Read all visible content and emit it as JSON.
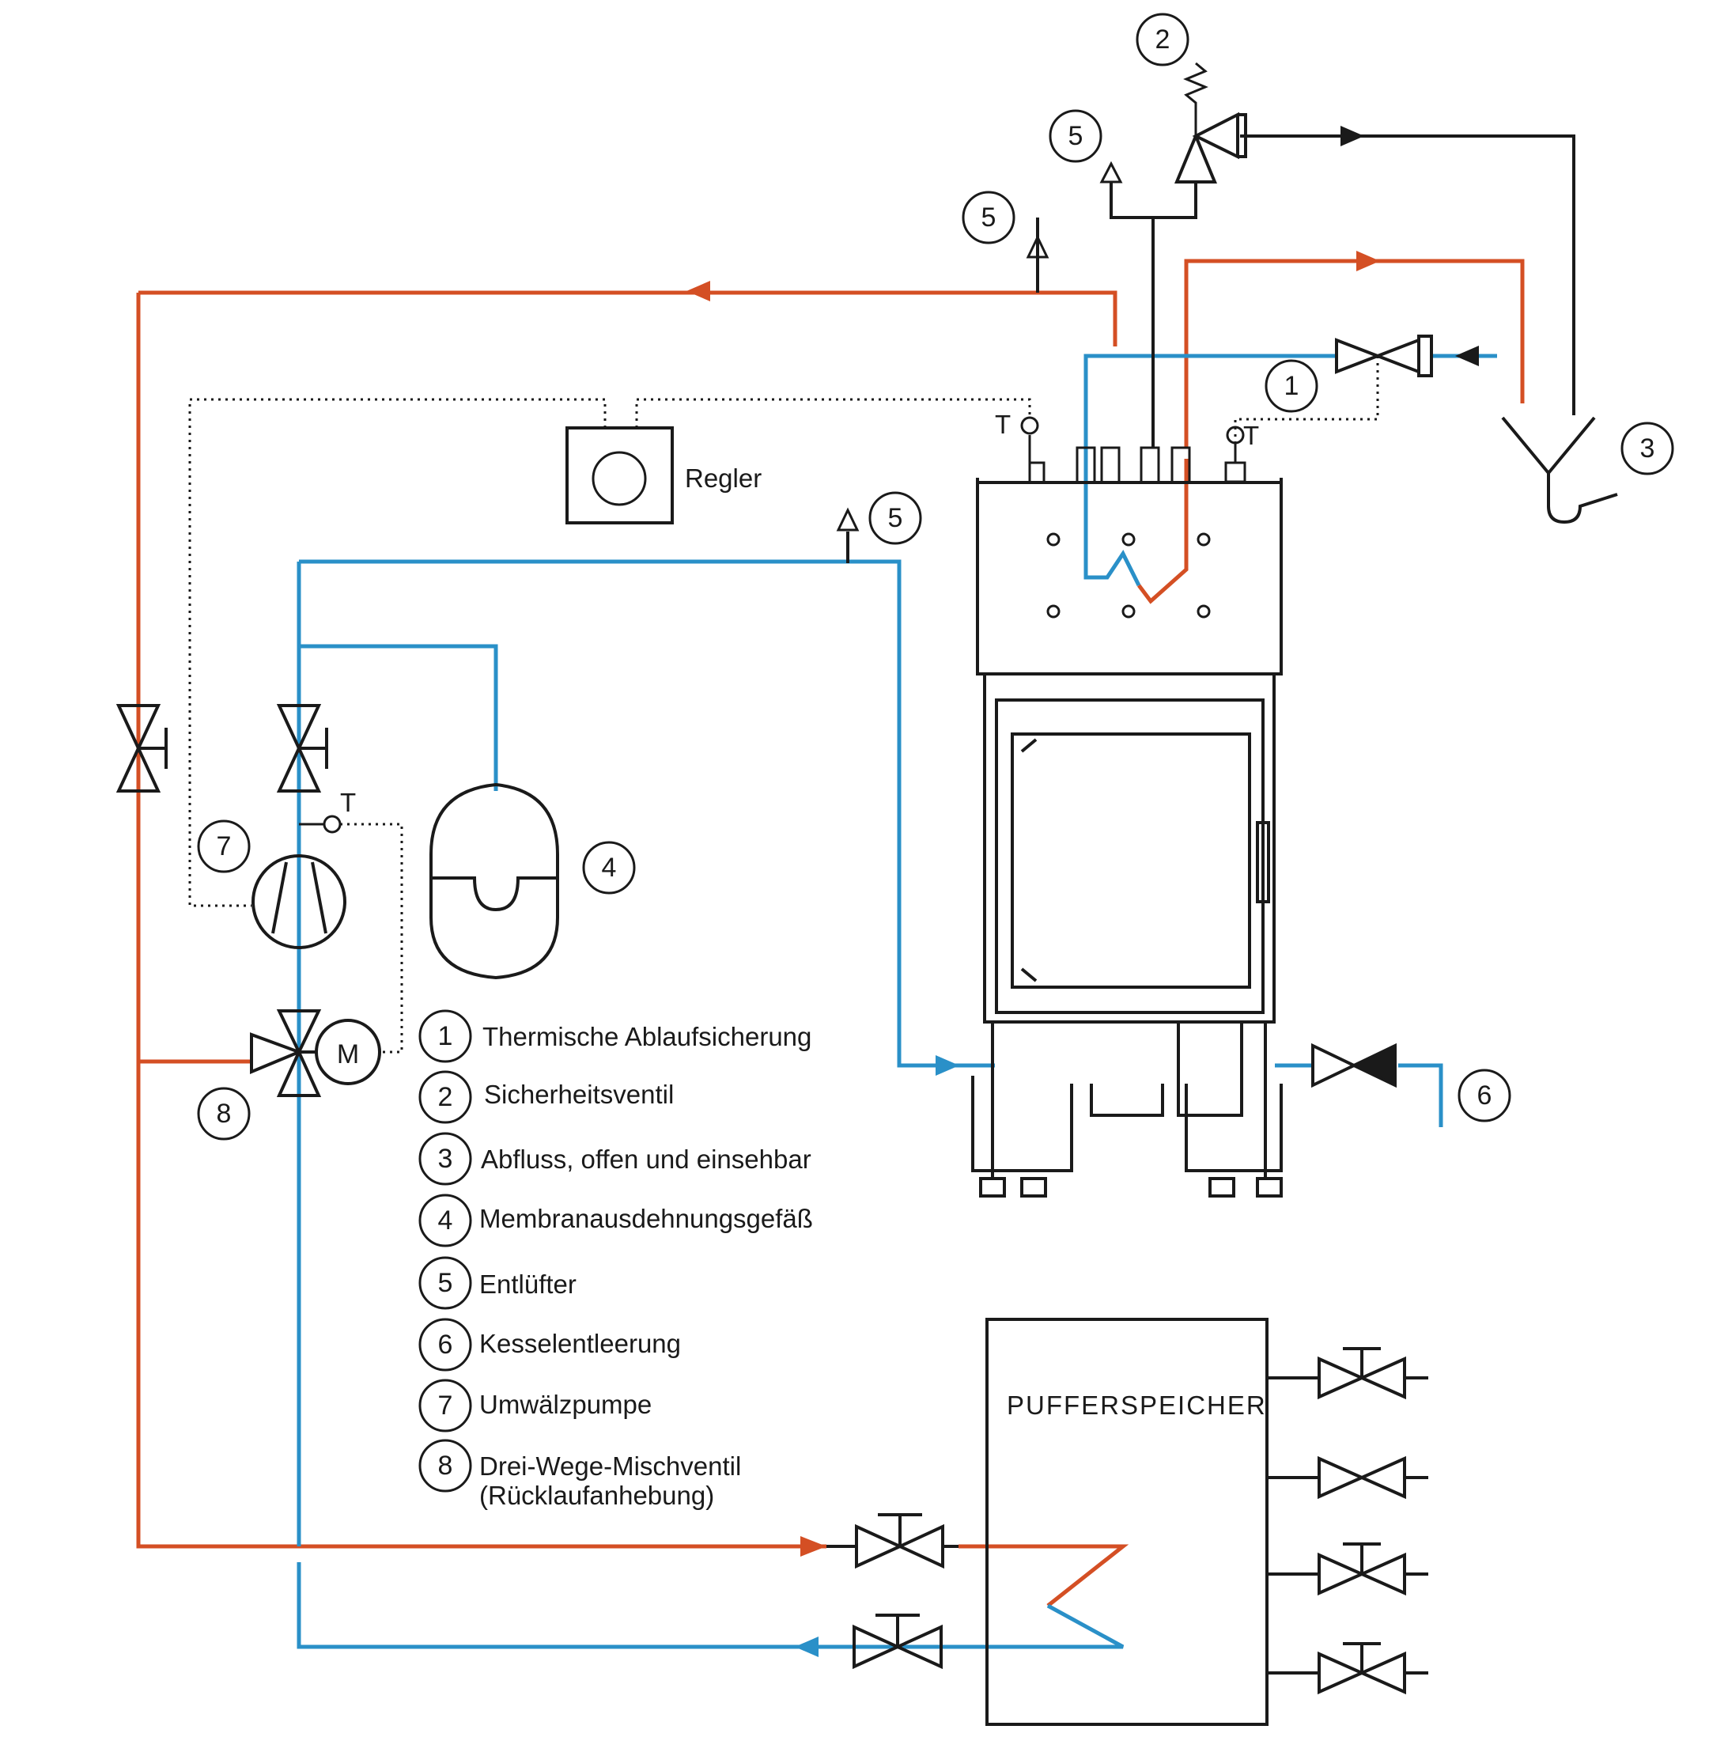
{
  "colors": {
    "supply": "#d44f24",
    "return": "#2a90c8",
    "line": "#1a1a1a"
  },
  "labels": {
    "controller": "Regler",
    "buffer": "PUFFERSPEICHER",
    "motor": "M",
    "temp": "T"
  },
  "legend": [
    {
      "num": "1",
      "text": "Thermische Ablaufsicherung"
    },
    {
      "num": "2",
      "text": "Sicherheitsventil"
    },
    {
      "num": "3",
      "text": "Abfluss, offen und einsehbar"
    },
    {
      "num": "4",
      "text": "Membranausdehnungsgefäß"
    },
    {
      "num": "5",
      "text": "Entlüfter"
    },
    {
      "num": "6",
      "text": "Kesselentleerung"
    },
    {
      "num": "7",
      "text": "Umwälzpumpe"
    },
    {
      "num": "8",
      "text": "Drei-Wege-Mischventil",
      "text2": "(Rücklaufanhebung)"
    }
  ]
}
